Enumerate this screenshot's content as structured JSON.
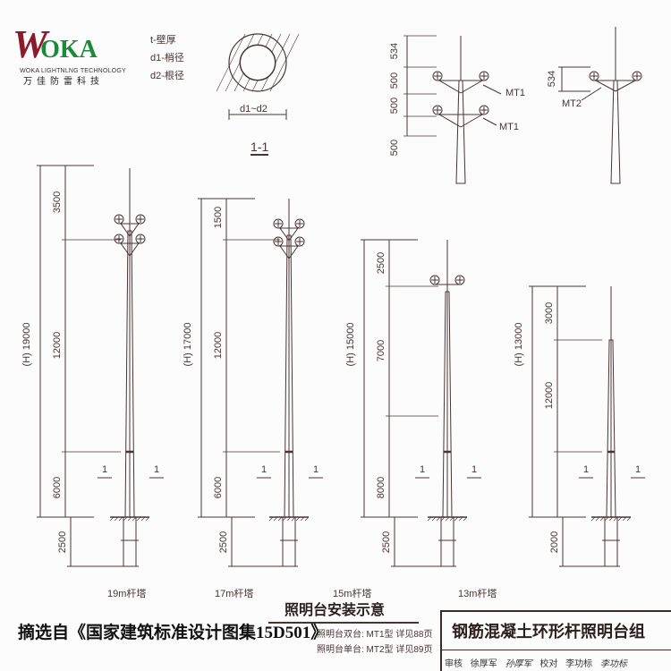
{
  "logo": {
    "brand": "OKA",
    "brand_initial": "W",
    "subtitle": "WOKA LIGHTNLNG TECHNOLOGY",
    "chinese": "万佳防雷科技"
  },
  "legend": {
    "t": "t-壁厚",
    "d1": "d1-梢径",
    "d2": "d2-根径"
  },
  "section": {
    "dimension": "d1~d2",
    "label": "1-1"
  },
  "details": {
    "mt1_dims": [
      "534",
      "500",
      "500",
      "500"
    ],
    "mt1_labels": [
      "MT1",
      "MT1"
    ],
    "mt2_dim": "534",
    "mt2_label": "MT2"
  },
  "poles": [
    {
      "caption": "19m杆塔",
      "total": "(H) 19000",
      "segments": [
        "3500",
        "12000",
        "6000"
      ],
      "burial": "2500",
      "section_marks": [
        "1",
        "1"
      ]
    },
    {
      "caption": "17m杆塔",
      "total": "(H) 17000",
      "segments": [
        "1500",
        "12000",
        "6000"
      ],
      "burial": "2500",
      "section_marks": [
        "1",
        "1"
      ]
    },
    {
      "caption": "15m杆塔",
      "total": "(H) 15000",
      "segments": [
        "2500",
        "7000",
        "8000"
      ],
      "burial": "2500",
      "section_marks": [
        "1",
        "1"
      ]
    },
    {
      "caption": "13m杆塔",
      "total": "(H) 13000",
      "segments": [
        "3000",
        "12000"
      ],
      "burial": "2000",
      "section_marks": [
        "1",
        "1"
      ]
    }
  ],
  "install_title": "照明台安装示意",
  "notes": [
    "照明台双台: MT1型  详见88页",
    "照明台单台: MT2型  详见89页"
  ],
  "source": "摘选自《国家建筑标准设计图集15D501》",
  "title_block": {
    "title": "钢筋混凝土环形杆照明台组",
    "row": [
      "审核",
      "徐厚军",
      "孙厚军",
      "校对",
      "李功标",
      "李功标"
    ]
  }
}
